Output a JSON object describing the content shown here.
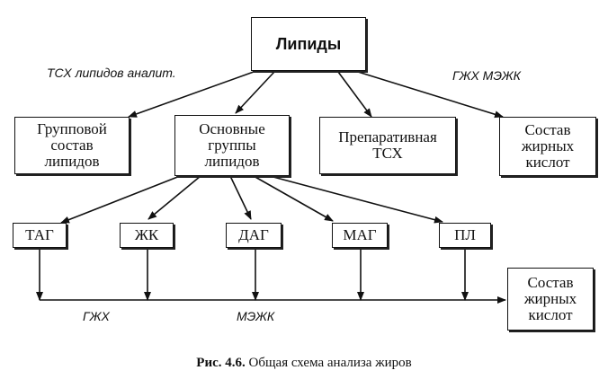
{
  "nodes": {
    "root": "Липиды",
    "group": "Групповой\nсостав\nлипидов",
    "main": "Основные\nгруппы\nлипидов",
    "prep": "Препаративная\nТСХ",
    "fa_top": "Состав\nжирных\nкислот",
    "tag": "ТАГ",
    "zhk": "ЖК",
    "dag": "ДАГ",
    "mag": "МАГ",
    "pl": "ПЛ",
    "fa_bottom": "Состав\nжирных\nкислот"
  },
  "labels": {
    "tlc": "ТСХ липидов аналит.",
    "glc_top": "ГЖХ МЭЖК",
    "glc_bottom": "ГЖХ",
    "mezhk_bottom": "МЭЖК"
  },
  "caption": {
    "number": "Рис. 4.6.",
    "text": "Общая схема анализа жиров"
  }
}
